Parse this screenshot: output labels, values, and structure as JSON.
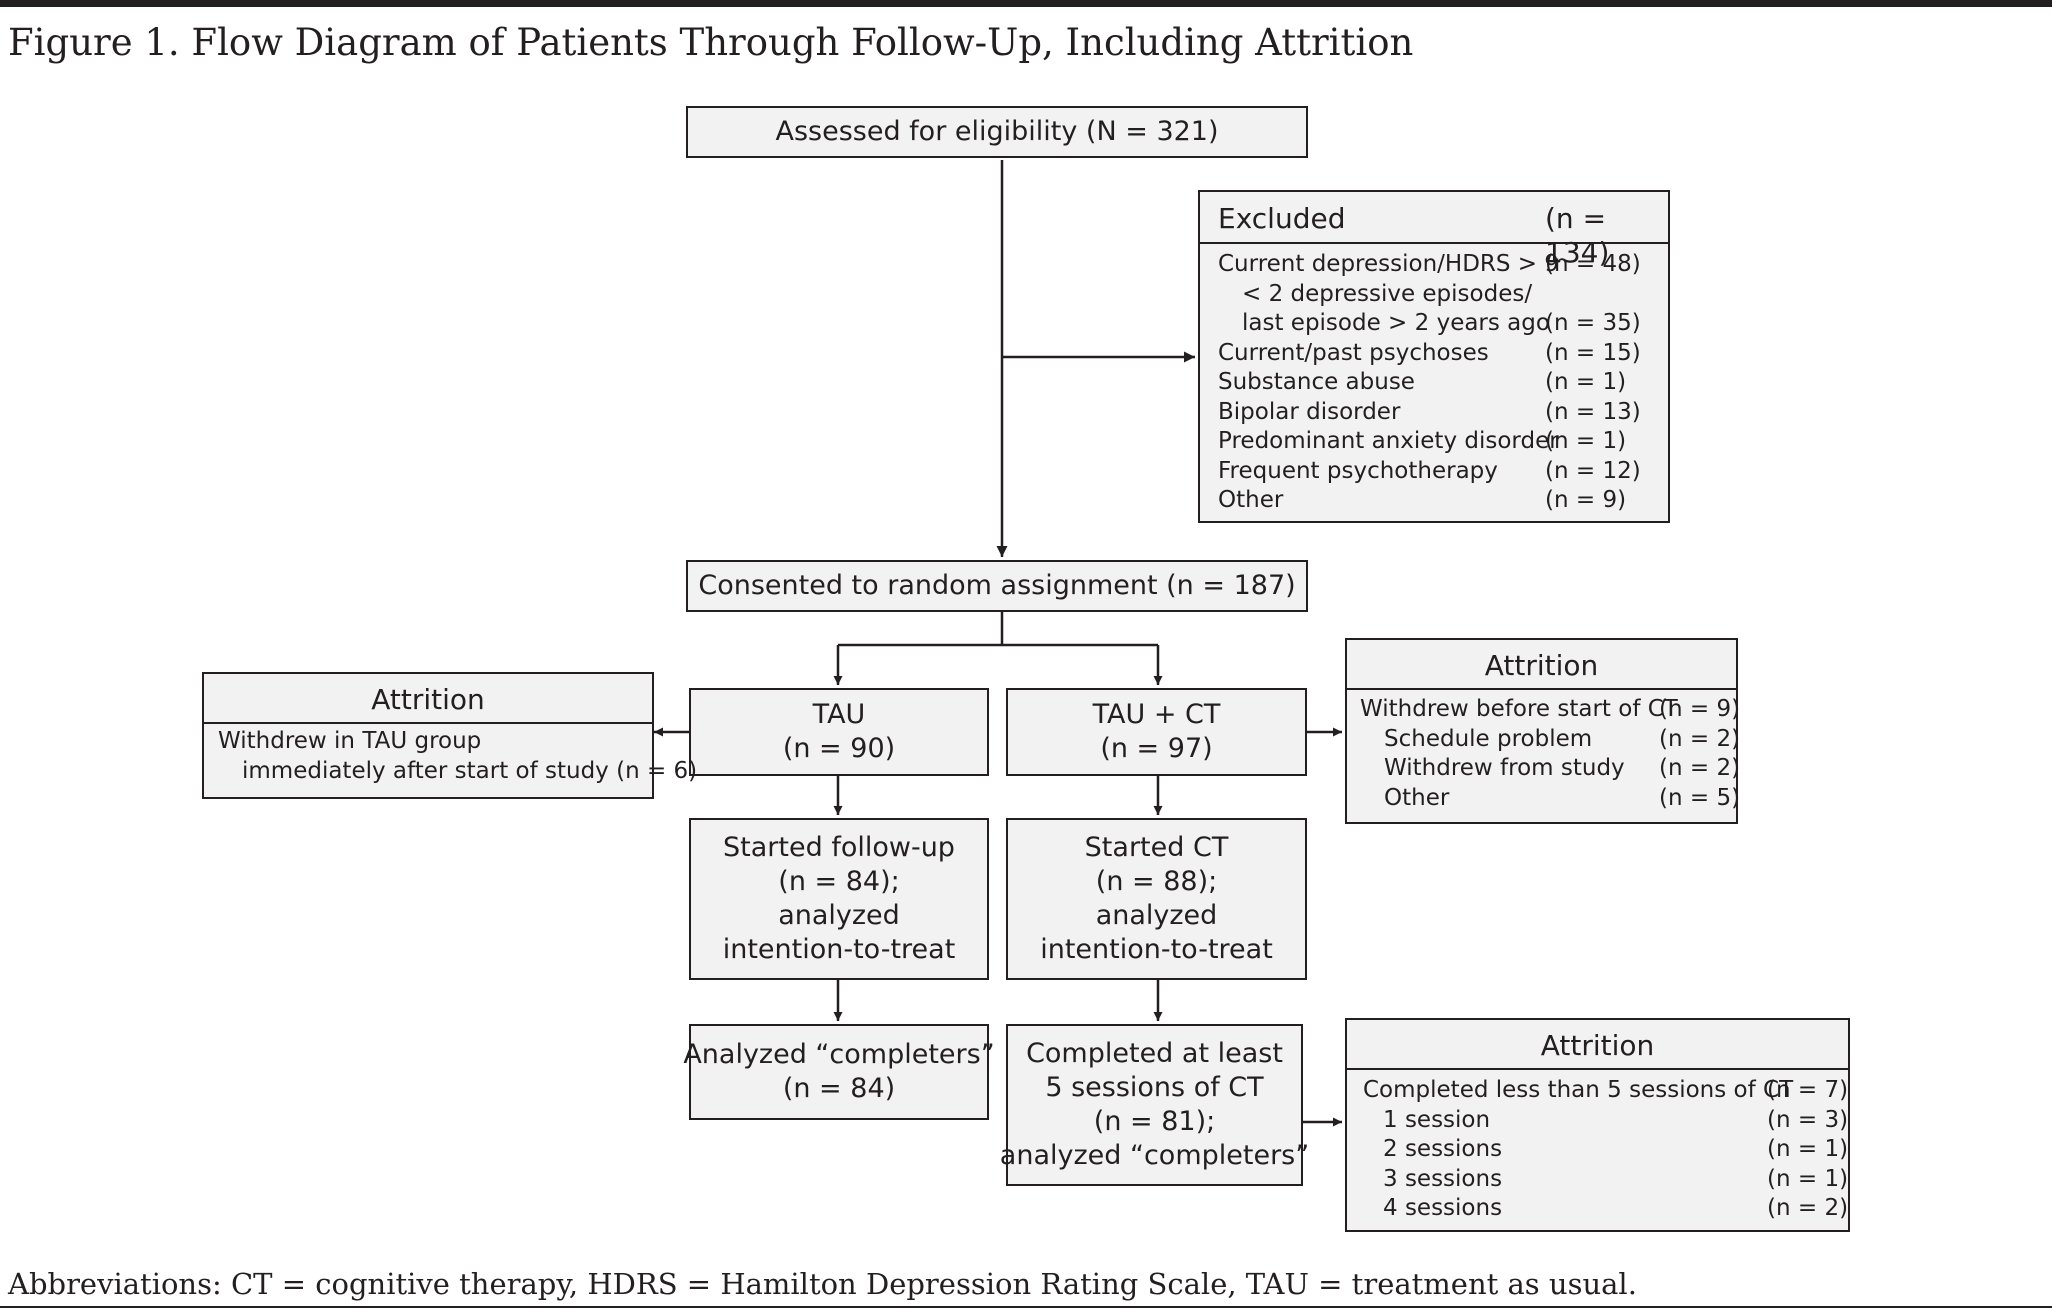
{
  "figure_title": "Figure 1. Flow Diagram of Patients Through Follow-Up, Including Attrition",
  "assessed": "Assessed for eligibility (N = 321)",
  "excluded": {
    "title": "Excluded",
    "total": "(n = 134)",
    "items": [
      {
        "label": "Current depression/HDRS > 9",
        "count": "(n = 48)"
      },
      {
        "label": "< 2 depressive episodes/",
        "count": ""
      },
      {
        "label": "last episode > 2 years ago",
        "count": "(n = 35)"
      },
      {
        "label": "Current/past psychoses",
        "count": "(n = 15)"
      },
      {
        "label": "Substance abuse",
        "count": "(n = 1)"
      },
      {
        "label": "Bipolar disorder",
        "count": "(n = 13)"
      },
      {
        "label": "Predominant anxiety disorder",
        "count": "(n = 1)"
      },
      {
        "label": "Frequent psychotherapy",
        "count": "(n = 12)"
      },
      {
        "label": "Other",
        "count": "(n = 9)"
      }
    ]
  },
  "consented": "Consented to random assignment (n = 187)",
  "tau": {
    "line1": "TAU",
    "line2": "(n = 90)"
  },
  "tauct": {
    "line1": "TAU + CT",
    "line2": "(n = 97)"
  },
  "attrition_tau": {
    "title": "Attrition",
    "line1": "Withdrew in TAU group",
    "line2": "immediately after start of study (n = 6)"
  },
  "attrition_ct1": {
    "title": "Attrition",
    "items": [
      {
        "label": "Withdrew before start of CT",
        "count": "(n = 9)"
      },
      {
        "label": "Schedule problem",
        "count": "(n = 2)"
      },
      {
        "label": "Withdrew from study",
        "count": "(n = 2)"
      },
      {
        "label": "Other",
        "count": "(n = 5)"
      }
    ]
  },
  "started_followup": [
    "Started follow-up",
    "(n = 84);",
    "analyzed",
    "intention-to-treat"
  ],
  "started_ct": [
    "Started CT",
    "(n = 88);",
    "analyzed",
    "intention-to-treat"
  ],
  "completers_tau": [
    "Analyzed “completers”",
    "(n = 84)"
  ],
  "completers_ct": [
    "Completed at least",
    "5 sessions of CT",
    "(n = 81);",
    "analyzed “completers”"
  ],
  "attrition_ct2": {
    "title": "Attrition",
    "items": [
      {
        "label": "Completed less than 5 sessions of CT",
        "count": "(n = 7)"
      },
      {
        "label": "1 session",
        "count": "(n = 3)"
      },
      {
        "label": "2 sessions",
        "count": "(n = 1)"
      },
      {
        "label": "3 sessions",
        "count": "(n = 1)"
      },
      {
        "label": "4 sessions",
        "count": "(n = 2)"
      }
    ]
  },
  "footnote": "Abbreviations: CT = cognitive therapy, HDRS = Hamilton Depression Rating Scale, TAU = treatment as usual."
}
